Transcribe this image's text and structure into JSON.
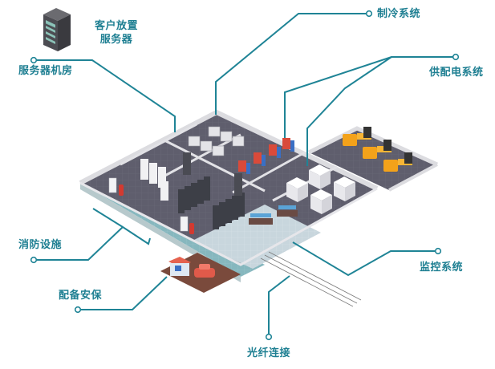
{
  "diagram": {
    "title": "数据中心机房示意图",
    "theme_color": "#1e7f92",
    "labels": {
      "server_icon_caption_line1": "客户放置",
      "server_icon_caption_line2": "服务器",
      "server_room": "服务器机房",
      "cooling": "制冷系统",
      "power": "供配电系统",
      "fire": "消防设施",
      "security": "配备安保",
      "monitoring": "监控系统",
      "fiber": "光纤连接"
    },
    "zones": [
      {
        "id": "server-room",
        "name": "服务器机房"
      },
      {
        "id": "cooling",
        "name": "制冷系统"
      },
      {
        "id": "power",
        "name": "供配电系统"
      },
      {
        "id": "fire",
        "name": "消防设施"
      },
      {
        "id": "security",
        "name": "配备安保"
      },
      {
        "id": "monitoring",
        "name": "监控系统"
      },
      {
        "id": "fiber",
        "name": "光纤连接"
      }
    ],
    "colors": {
      "floor_dark": "#5d5c6b",
      "wall": "#d8d8dc",
      "corridor": "#7fb0b8",
      "generator": "#f3a21a",
      "ac_unit": "#d94a3a",
      "ups": "#f2f2f4",
      "parking": "#7a4a3c",
      "car": "#e05a4a"
    }
  }
}
